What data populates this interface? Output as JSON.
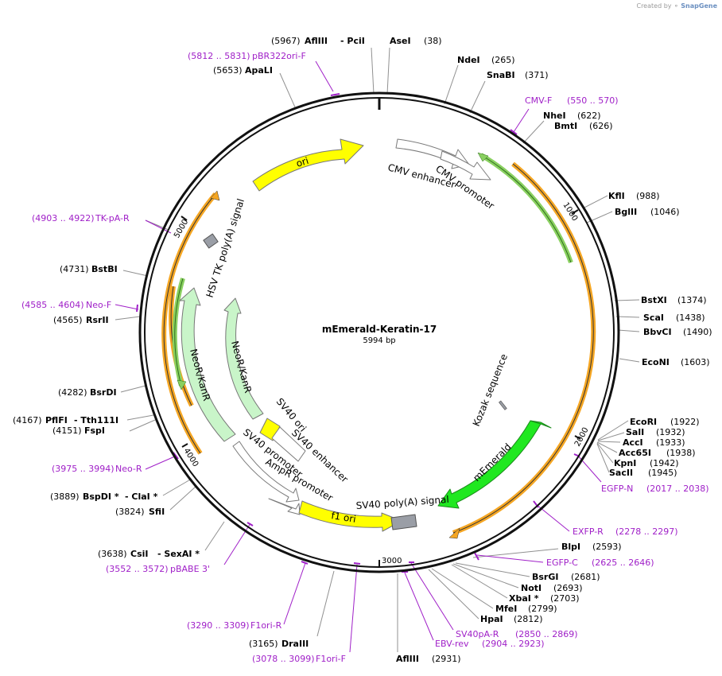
{
  "credit": {
    "prefix": "Created by",
    "brand": "SnapGene"
  },
  "map": {
    "name": "mEmerald-Keratin-17",
    "size_label": "5994 bp",
    "total_bp": 5994
  },
  "ticks": [
    {
      "bp": 1000,
      "label": "1000"
    },
    {
      "bp": 2000,
      "label": "2000"
    },
    {
      "bp": 3000,
      "label": "3000"
    },
    {
      "bp": 4000,
      "label": "4000"
    },
    {
      "bp": 5000,
      "label": "5000"
    }
  ],
  "colors": {
    "backbone": "#111111",
    "ori": "#ffff00",
    "f1_ori": "#ffff00",
    "promoter_outline": "#7a7a7a",
    "neo_resistance": "#c9f5c9",
    "mEmerald": "#20e820",
    "poly_a": "#9a9ea6",
    "kozak": "#9a9ea6",
    "orf_orange": "#f5a623",
    "orf_green": "#2e9e1e",
    "primer": "#a020c8",
    "leader_line": "#909090"
  },
  "feature_labels": {
    "cmv_enhancer": "CMV enhancer",
    "cmv_promoter": "CMV promoter",
    "ori": "ori",
    "hsv_tk": "HSV TK poly(A) signal",
    "neor_outer": "NeoR/KanR",
    "neor_inner": "NeoR/KanR",
    "sv40_ori": "SV40 ori",
    "sv40_enh": "SV40 enhancer",
    "sv40_prom": "SV40 promoter",
    "ampr_prom": "AmpR promoter",
    "f1_ori": "f1 ori",
    "sv40_polya": "SV40 poly(A) signal",
    "memerald": "mEmerald",
    "kozak": "Kozak sequence"
  },
  "sites": [
    {
      "id": "pos5967",
      "text": "(5967)",
      "kind": "pos"
    },
    {
      "id": "afliii_a",
      "text": "AflIII",
      "kind": "name"
    },
    {
      "id": "dash_pcii",
      "text": "- PciI",
      "kind": "name"
    },
    {
      "id": "asei",
      "text": "AseI",
      "kind": "name"
    },
    {
      "id": "pos38",
      "text": "(38)",
      "kind": "pos"
    },
    {
      "id": "pbr_range",
      "text": "(5812 .. 5831)",
      "kind": "primer"
    },
    {
      "id": "pbr_name",
      "text": "pBR322ori-F",
      "kind": "primer"
    },
    {
      "id": "pos5653",
      "text": "(5653)",
      "kind": "pos"
    },
    {
      "id": "apali",
      "text": "ApaLI",
      "kind": "name"
    },
    {
      "id": "ndei",
      "text": "NdeI",
      "kind": "name"
    },
    {
      "id": "pos265",
      "text": "(265)",
      "kind": "pos"
    },
    {
      "id": "snabi",
      "text": "SnaBI",
      "kind": "name"
    },
    {
      "id": "pos371",
      "text": "(371)",
      "kind": "pos"
    },
    {
      "id": "cmvf_name",
      "text": "CMV-F",
      "kind": "primer"
    },
    {
      "id": "cmvf_range",
      "text": "(550 .. 570)",
      "kind": "primer"
    },
    {
      "id": "nhei",
      "text": "NheI",
      "kind": "name"
    },
    {
      "id": "pos622",
      "text": "(622)",
      "kind": "pos"
    },
    {
      "id": "bmti",
      "text": "BmtI",
      "kind": "name"
    },
    {
      "id": "pos626",
      "text": "(626)",
      "kind": "pos"
    },
    {
      "id": "kfli",
      "text": "KflI",
      "kind": "name"
    },
    {
      "id": "pos988",
      "text": "(988)",
      "kind": "pos"
    },
    {
      "id": "bglii",
      "text": "BglII",
      "kind": "name"
    },
    {
      "id": "pos1046",
      "text": "(1046)",
      "kind": "pos"
    },
    {
      "id": "tkpa_range",
      "text": "(4903 .. 4922)",
      "kind": "primer"
    },
    {
      "id": "tkpa_name",
      "text": "TK-pA-R",
      "kind": "primer"
    },
    {
      "id": "pos4731",
      "text": "(4731)",
      "kind": "pos"
    },
    {
      "id": "bstbi",
      "text": "BstBI",
      "kind": "name"
    },
    {
      "id": "neof_range",
      "text": "(4585 .. 4604)",
      "kind": "primer"
    },
    {
      "id": "neof_name",
      "text": "Neo-F",
      "kind": "primer"
    },
    {
      "id": "pos4565",
      "text": "(4565)",
      "kind": "pos"
    },
    {
      "id": "rsrii",
      "text": "RsrII",
      "kind": "name"
    },
    {
      "id": "bstxi",
      "text": "BstXI",
      "kind": "name"
    },
    {
      "id": "pos1374",
      "text": "(1374)",
      "kind": "pos"
    },
    {
      "id": "scai",
      "text": "ScaI",
      "kind": "name"
    },
    {
      "id": "pos1438",
      "text": "(1438)",
      "kind": "pos"
    },
    {
      "id": "bbvci",
      "text": "BbvCI",
      "kind": "name"
    },
    {
      "id": "pos1490",
      "text": "(1490)",
      "kind": "pos"
    },
    {
      "id": "econi",
      "text": "EcoNI",
      "kind": "name"
    },
    {
      "id": "pos1603",
      "text": "(1603)",
      "kind": "pos"
    },
    {
      "id": "pos4282",
      "text": "(4282)",
      "kind": "pos"
    },
    {
      "id": "bsrdi",
      "text": "BsrDI",
      "kind": "name"
    },
    {
      "id": "pos4167",
      "text": "(4167)",
      "kind": "pos"
    },
    {
      "id": "pflfi",
      "text": "PflFI",
      "kind": "name"
    },
    {
      "id": "tth111i",
      "text": "- Tth111I",
      "kind": "name"
    },
    {
      "id": "pos4151",
      "text": "(4151)",
      "kind": "pos"
    },
    {
      "id": "fspi",
      "text": "FspI",
      "kind": "name"
    },
    {
      "id": "ecori",
      "text": "EcoRI",
      "kind": "name"
    },
    {
      "id": "pos1922",
      "text": "(1922)",
      "kind": "pos"
    },
    {
      "id": "sali",
      "text": "SalI",
      "kind": "name"
    },
    {
      "id": "pos1932",
      "text": "(1932)",
      "kind": "pos"
    },
    {
      "id": "acci",
      "text": "AccI",
      "kind": "name"
    },
    {
      "id": "pos1933",
      "text": "(1933)",
      "kind": "pos"
    },
    {
      "id": "acc65i",
      "text": "Acc65I",
      "kind": "name"
    },
    {
      "id": "pos1938",
      "text": "(1938)",
      "kind": "pos"
    },
    {
      "id": "kpni",
      "text": "KpnI",
      "kind": "name"
    },
    {
      "id": "pos1942",
      "text": "(1942)",
      "kind": "pos"
    },
    {
      "id": "sacii",
      "text": "SacII",
      "kind": "name"
    },
    {
      "id": "pos1945",
      "text": "(1945)",
      "kind": "pos"
    },
    {
      "id": "egfpn_name",
      "text": "EGFP-N",
      "kind": "primer"
    },
    {
      "id": "egfpn_range",
      "text": "(2017 .. 2038)",
      "kind": "primer"
    },
    {
      "id": "neor_range",
      "text": "(3975 .. 3994)",
      "kind": "primer"
    },
    {
      "id": "neor_name",
      "text": "Neo-R",
      "kind": "primer"
    },
    {
      "id": "pos3889",
      "text": "(3889)",
      "kind": "pos"
    },
    {
      "id": "bspdi",
      "text": "BspDI *",
      "kind": "name"
    },
    {
      "id": "clai",
      "text": "- ClaI *",
      "kind": "name"
    },
    {
      "id": "pos3824",
      "text": "(3824)",
      "kind": "pos"
    },
    {
      "id": "sfii",
      "text": "SfiI",
      "kind": "name"
    },
    {
      "id": "exfpr_name",
      "text": "EXFP-R",
      "kind": "primer"
    },
    {
      "id": "exfpr_range",
      "text": "(2278 .. 2297)",
      "kind": "primer"
    },
    {
      "id": "blpi",
      "text": "BlpI",
      "kind": "name"
    },
    {
      "id": "pos2593",
      "text": "(2593)",
      "kind": "pos"
    },
    {
      "id": "egfpc_name",
      "text": "EGFP-C",
      "kind": "primer"
    },
    {
      "id": "egfpc_range",
      "text": "(2625 .. 2646)",
      "kind": "primer"
    },
    {
      "id": "bsrgi",
      "text": "BsrGI",
      "kind": "name"
    },
    {
      "id": "pos2681",
      "text": "(2681)",
      "kind": "pos"
    },
    {
      "id": "noti",
      "text": "NotI",
      "kind": "name"
    },
    {
      "id": "pos2693",
      "text": "(2693)",
      "kind": "pos"
    },
    {
      "id": "xbai",
      "text": "XbaI *",
      "kind": "name"
    },
    {
      "id": "pos2703",
      "text": "(2703)",
      "kind": "pos"
    },
    {
      "id": "mfei",
      "text": "MfeI",
      "kind": "name"
    },
    {
      "id": "pos2799",
      "text": "(2799)",
      "kind": "pos"
    },
    {
      "id": "hpai",
      "text": "HpaI",
      "kind": "name"
    },
    {
      "id": "pos2812",
      "text": "(2812)",
      "kind": "pos"
    },
    {
      "id": "pos3638",
      "text": "(3638)",
      "kind": "pos"
    },
    {
      "id": "csii",
      "text": "CsiI",
      "kind": "name"
    },
    {
      "id": "sexai",
      "text": "- SexAI *",
      "kind": "name"
    },
    {
      "id": "pbabe_range",
      "text": "(3552 .. 3572)",
      "kind": "primer"
    },
    {
      "id": "pbabe_name",
      "text": "pBABE 3'",
      "kind": "primer"
    },
    {
      "id": "sv40par_name",
      "text": "SV40pA-R",
      "kind": "primer"
    },
    {
      "id": "sv40par_range",
      "text": "(2850 .. 2869)",
      "kind": "primer"
    },
    {
      "id": "ebv_name",
      "text": "EBV-rev",
      "kind": "primer"
    },
    {
      "id": "ebv_range",
      "text": "(2904 .. 2923)",
      "kind": "primer"
    },
    {
      "id": "f1orir_range",
      "text": "(3290 .. 3309)",
      "kind": "primer"
    },
    {
      "id": "f1orir_name",
      "text": "F1ori-R",
      "kind": "primer"
    },
    {
      "id": "pos3165",
      "text": "(3165)",
      "kind": "pos"
    },
    {
      "id": "draiii",
      "text": "DraIII",
      "kind": "name"
    },
    {
      "id": "f1orif_range",
      "text": "(3078 .. 3099)",
      "kind": "primer"
    },
    {
      "id": "f1orif_name",
      "text": "F1ori-F",
      "kind": "primer"
    },
    {
      "id": "afliii_b",
      "text": "AflIII",
      "kind": "name"
    },
    {
      "id": "pos2931",
      "text": "(2931)",
      "kind": "pos"
    }
  ]
}
